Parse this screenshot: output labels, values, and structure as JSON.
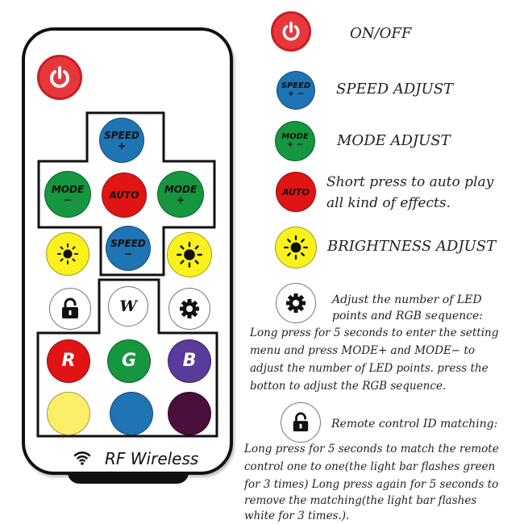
{
  "remote": {
    "buttons": {
      "speed_up": {
        "text": "SPEED",
        "sign": "+"
      },
      "mode_down": {
        "text": "MODE",
        "sign": "−"
      },
      "auto": {
        "text": "AUTO"
      },
      "mode_up": {
        "text": "MODE",
        "sign": "+"
      },
      "speed_down": {
        "text": "SPEED",
        "sign": "−"
      },
      "w": {
        "text": "W"
      },
      "r": {
        "text": "R"
      },
      "g": {
        "text": "G"
      },
      "b": {
        "text": "B"
      }
    },
    "footer": {
      "text": "RF Wireless"
    }
  },
  "legend": {
    "onoff": {
      "label": "ON/OFF"
    },
    "speed": {
      "text": "SPEED",
      "sign": "+ −",
      "label": "SPEED ADJUST"
    },
    "mode": {
      "text": "MODE",
      "sign": "+ −",
      "label": "MODE ADJUST"
    },
    "auto": {
      "text": "AUTO",
      "line1": "Short press to auto play",
      "line2": "all kind of effects."
    },
    "brightness": {
      "label": "BRIGHTNESS ADJUST"
    },
    "settings": {
      "title1": "Adjust the number of LED",
      "title2": "points and RGB sequence:",
      "line1": "Long press for 5 seconds to enter  the setting",
      "line2": "menu and press MODE+ and MODE−  to",
      "line3": "adjust the number of LED points. press  the",
      "line4": "botton to adjust the RGB sequence."
    },
    "lock": {
      "title": "Remote control ID matching:",
      "line1": "Long press for 5 seconds to match the remote",
      "line2": "control one to one(the light bar flashes green",
      "line3": "for 3 times) Long press again for 5 seconds to",
      "line4": "remove the matching(the light bar flashes",
      "line5": "white for 3 times.)."
    }
  },
  "colors": {
    "red": "#e01414",
    "blue": "#1f74b3",
    "green": "#15963f",
    "yellow": "#fbf21d",
    "purple": "#5a3a9a",
    "light_yellow": "#fbef6a",
    "dark_purple": "#4a0f3a"
  },
  "icons": [
    "power-icon",
    "sun-icon",
    "lock-icon",
    "gear-icon",
    "wifi-icon"
  ]
}
